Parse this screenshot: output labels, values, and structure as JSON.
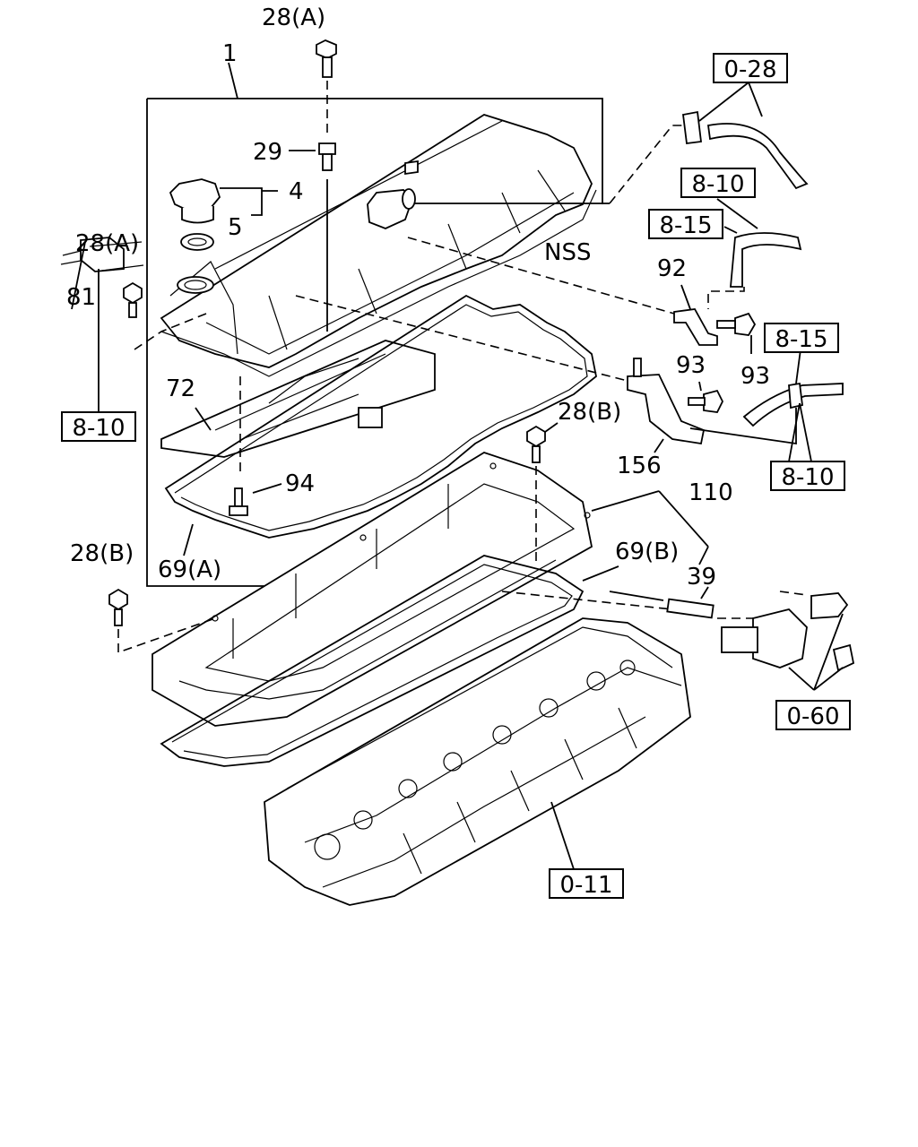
{
  "labels": {
    "l1": "1",
    "l28a_top": "28(A)",
    "l29": "29",
    "l4": "4",
    "l5": "5",
    "lnss": "NSS",
    "l28a_left": "28(A)",
    "l81": "81",
    "l72": "72",
    "l94": "94",
    "l69a": "69(A)",
    "l28b_left": "28(B)",
    "l28b_mid": "28(B)",
    "l156": "156",
    "l92": "92",
    "l93a": "93",
    "l93b": "93",
    "l110": "110",
    "l69b": "69(B)",
    "l39": "39"
  },
  "refs": {
    "r028": "0-28",
    "r810_top": "8-10",
    "r815_top": "8-15",
    "r815_right": "8-15",
    "r810_left": "8-10",
    "r810_right": "8-10",
    "r060": "0-60",
    "r011": "0-11"
  }
}
